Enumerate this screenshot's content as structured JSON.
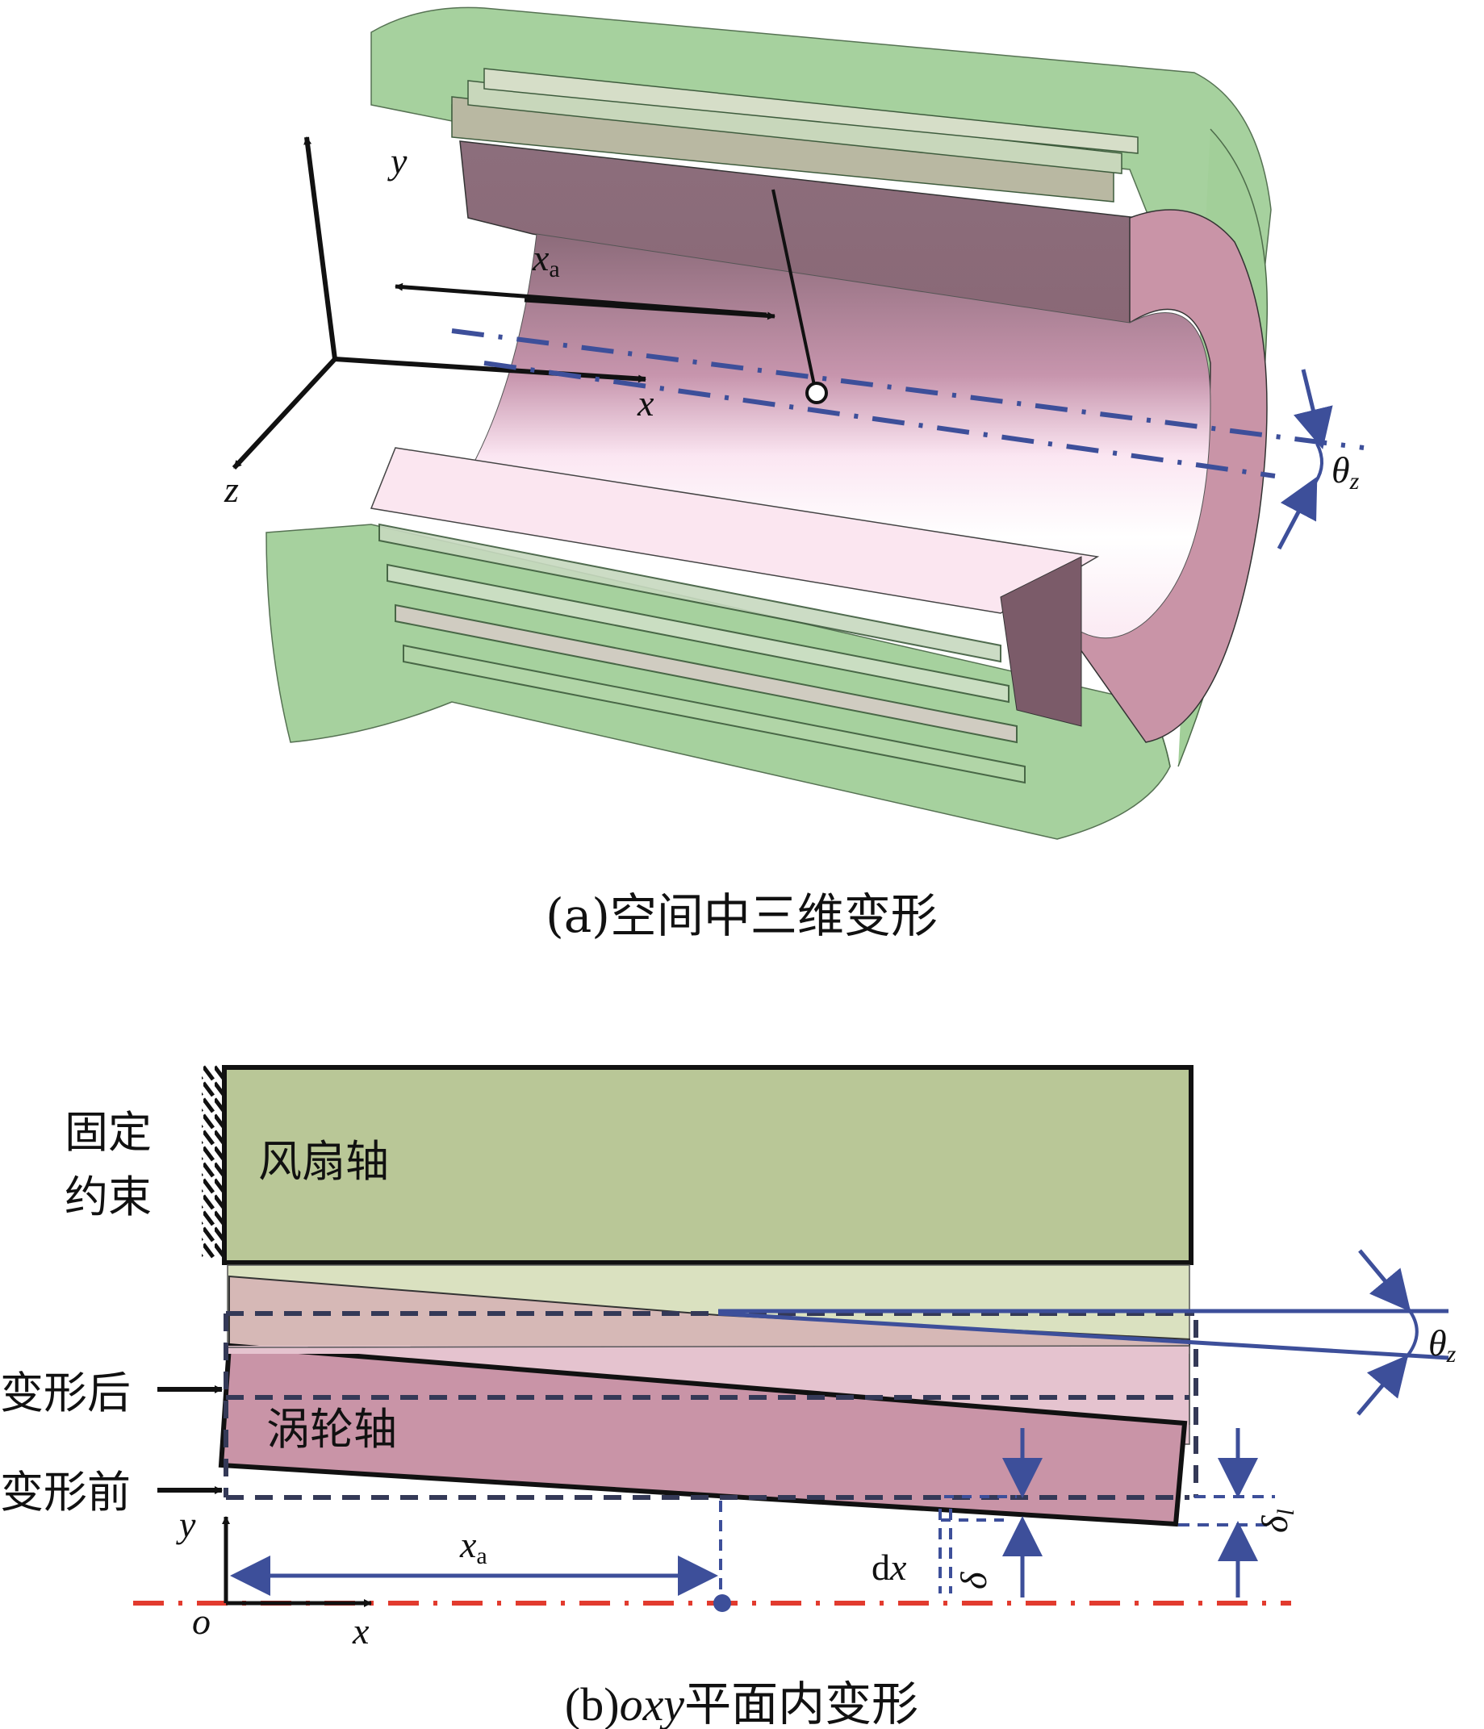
{
  "figure_a": {
    "caption": "(a)空间中三维变形",
    "axis_labels": {
      "x": "x",
      "y": "y",
      "z": "z"
    },
    "dimension_label": "x",
    "dimension_subscript": "a",
    "angle_label": "θ",
    "angle_subscript": "z"
  },
  "figure_b": {
    "caption_prefix": "(b)",
    "caption_italic": "oxy",
    "caption_suffix": "平面内变形",
    "fixed_constraint_line1": "固定",
    "fixed_constraint_line2": "约束",
    "fan_shaft_label": "风扇轴",
    "turbine_shaft_label": "涡轮轴",
    "after_deformation_label": "变形后",
    "before_deformation_label": "变形前",
    "origin_label": "o",
    "axis_x": "x",
    "axis_y": "y",
    "dimension_label": "x",
    "dimension_subscript": "a",
    "dx_label": "dx",
    "delta_label": "δ",
    "delta_l_label": "δ",
    "delta_l_subscript": "l",
    "angle_label": "θ",
    "angle_subscript": "z"
  },
  "colors": {
    "fan_shaft": "#b9c797",
    "fan_shaft_light": "#dae1c0",
    "turbine_shaft": "#c994a7",
    "turbine_shaft_light": "#e5c3cf",
    "turbine_shadow": "#d6b8b6",
    "annotation_blue": "#3d4f9a",
    "dash_dark": "#343957",
    "centerline_red": "#e23b2e",
    "outer_green": "#a2cf99",
    "spline_dark": "#8a6b78"
  }
}
